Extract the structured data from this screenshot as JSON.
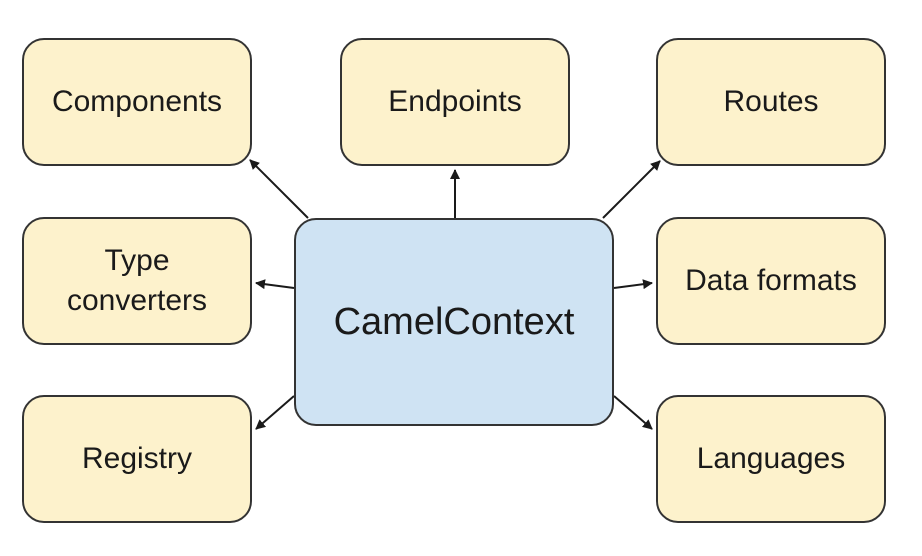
{
  "diagram": {
    "center": {
      "label": "CamelContext",
      "fill": "#cfe3f3"
    },
    "node_fill": "#fdf2cc",
    "stroke": "#333333",
    "nodes": {
      "components": "Components",
      "endpoints": "Endpoints",
      "routes": "Routes",
      "type_converters_line1": "Type",
      "type_converters_line2": "converters",
      "data_formats": "Data formats",
      "registry": "Registry",
      "languages": "Languages"
    }
  }
}
